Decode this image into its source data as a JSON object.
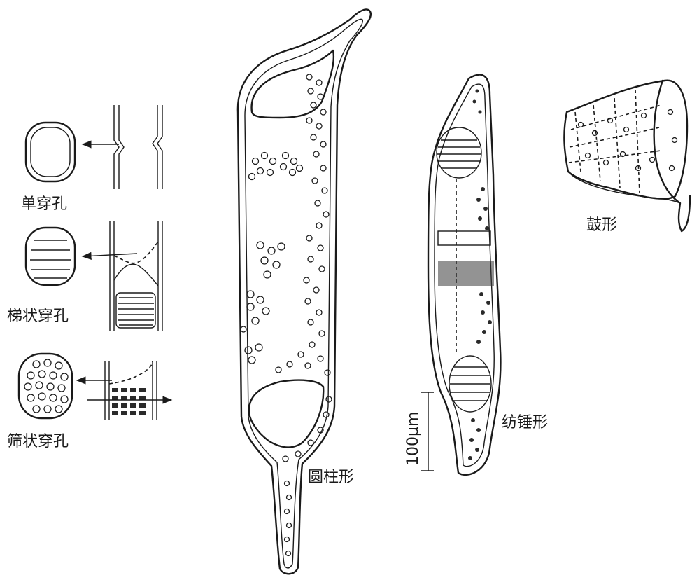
{
  "labels": {
    "simple_perforation": "单穿孔",
    "scalariform_perforation": "梯状穿孔",
    "foraminate_perforation": "筛状穿孔",
    "cylindrical": "圆柱形",
    "fusiform": "纺锤形",
    "drum_shaped": "鼓形"
  },
  "scale_bar": {
    "label": "100μm"
  }
}
